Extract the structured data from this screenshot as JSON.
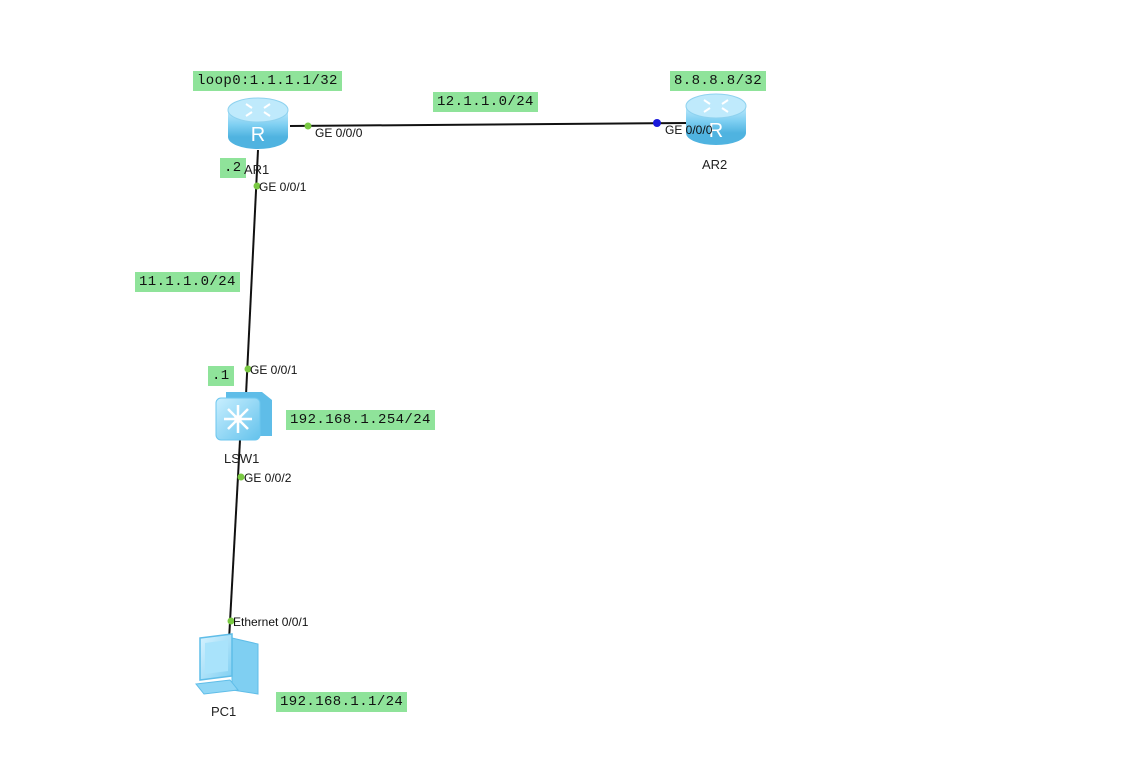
{
  "colors": {
    "note_bg": "#8fe39a",
    "link": "#111111",
    "port_dot_up": "#7ac943",
    "port_dot_alt": "#1a1adb",
    "device_fill": "#8fd6f5",
    "device_dark": "#4fb3e0"
  },
  "devices": {
    "ar1": {
      "label": "AR1",
      "icon": "router-icon"
    },
    "ar2": {
      "label": "AR2",
      "icon": "router-icon"
    },
    "lsw1": {
      "label": "LSW1",
      "icon": "switch-icon"
    },
    "pc1": {
      "label": "PC1",
      "icon": "pc-icon"
    }
  },
  "notes": {
    "ar1_loopback": "loop0:1.1.1.1/32",
    "ar1_ar2_net": "12.1.1.0/24",
    "ar2_loopback": "8.8.8.8/32",
    "ar1_host": ".2",
    "ar1_lsw1_net": "11.1.1.0/24",
    "lsw1_host": ".1",
    "lsw1_vlanif": "192.168.1.254/24",
    "pc1_ip": "192.168.1.1/24"
  },
  "ports": {
    "ar1_ge000": "GE 0/0/0",
    "ar2_ge000": "GE 0/0/0",
    "ar1_ge001": "GE 0/0/1",
    "lsw1_ge001": "GE 0/0/1",
    "lsw1_ge002": "GE 0/0/2",
    "pc1_eth001": "Ethernet 0/0/1"
  }
}
